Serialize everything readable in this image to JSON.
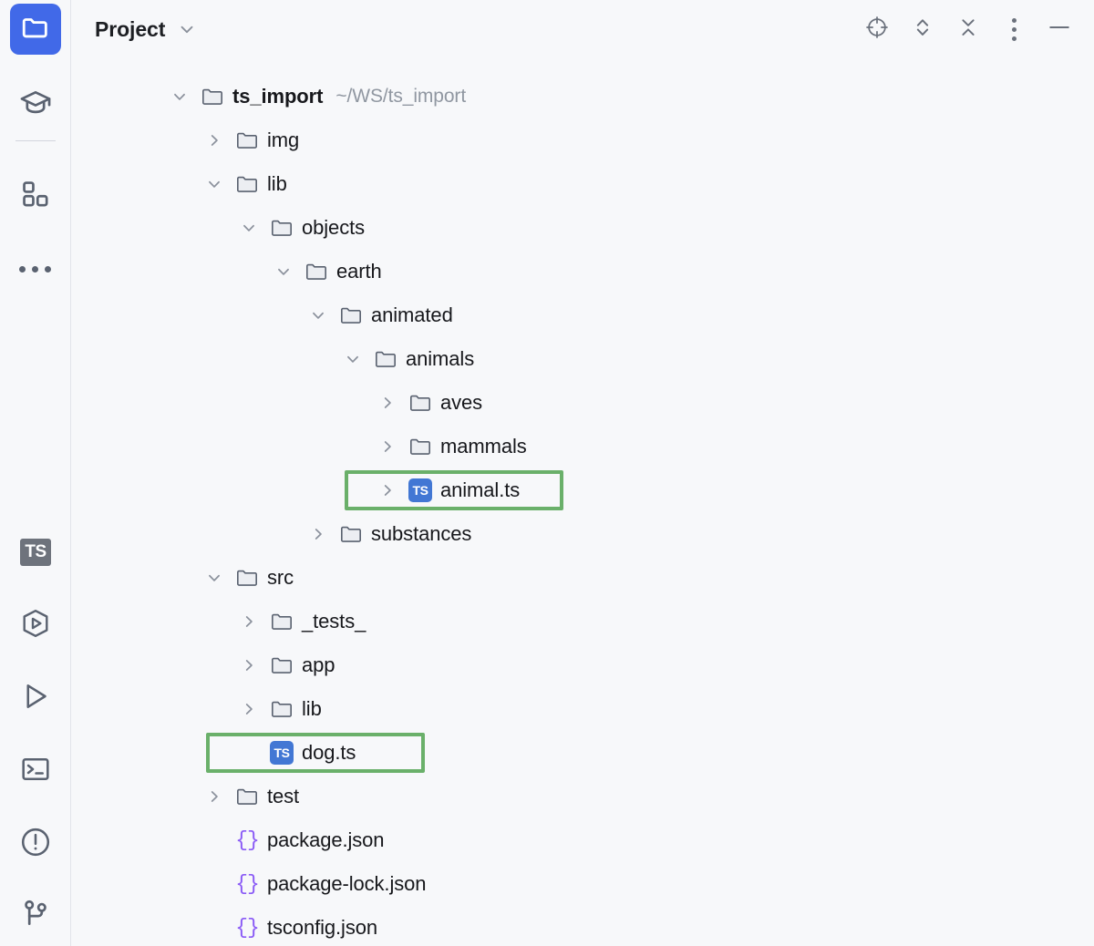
{
  "window": {
    "title": "Project",
    "title_chevron_icon": "chevron-down-icon"
  },
  "colors": {
    "accent_blue": "#4169e8",
    "ts_badge_blue": "#4277d4",
    "highlight_green": "#6ab06a",
    "json_purple": "#8b5cf6",
    "folder_outline": "#5a6270",
    "folder_fill": "#eceef2",
    "background": "#f7f8fa",
    "text": "#17181c",
    "muted_text": "#9097a1"
  },
  "activity_bar": {
    "top_items": [
      {
        "name": "project-view",
        "icon": "folder-icon",
        "selected": true,
        "label": "Project"
      },
      {
        "name": "learn",
        "icon": "graduation-cap-icon",
        "selected": false,
        "label": "Learn"
      },
      {
        "name": "structure",
        "icon": "blocks-icon",
        "selected": false,
        "label": "Structure"
      },
      {
        "name": "more-tool-windows",
        "icon": "ellipsis-icon",
        "selected": false,
        "label": "More Tool Windows"
      }
    ],
    "bottom_items": [
      {
        "name": "typescript",
        "icon": "ts-chip-icon",
        "selected": false,
        "label": "TypeScript"
      },
      {
        "name": "services",
        "icon": "services-hexagon-play-icon",
        "selected": false,
        "label": "Services"
      },
      {
        "name": "run",
        "icon": "run-play-icon",
        "selected": false,
        "label": "Run"
      },
      {
        "name": "terminal",
        "icon": "terminal-icon",
        "selected": false,
        "label": "Terminal"
      },
      {
        "name": "problems",
        "icon": "warning-circle-icon",
        "selected": false,
        "label": "Problems"
      },
      {
        "name": "version-control",
        "icon": "git-branch-icon",
        "selected": false,
        "label": "Version Control"
      }
    ]
  },
  "header_actions": [
    {
      "name": "select-opened-file",
      "icon": "crosshair-target-icon",
      "label": "Select Opened File"
    },
    {
      "name": "expand-all",
      "icon": "expand-chevrons-icon",
      "label": "Expand All"
    },
    {
      "name": "collapse-all",
      "icon": "collapse-chevrons-icon",
      "label": "Collapse All"
    },
    {
      "name": "options-menu",
      "icon": "vertical-dots-icon",
      "label": "Options"
    },
    {
      "name": "hide-tool-window",
      "icon": "minimize-line-icon",
      "label": "Hide"
    }
  ],
  "tree": {
    "rows": [
      {
        "id": "ts_import",
        "label": "ts_import",
        "sublabel": "~/WS/ts_import",
        "depth": 0,
        "icon": "folder-icon",
        "twisty": "down",
        "bold": true,
        "highlight": false
      },
      {
        "id": "img",
        "label": "img",
        "sublabel": "",
        "depth": 1,
        "icon": "folder-icon",
        "twisty": "right",
        "bold": false,
        "highlight": false
      },
      {
        "id": "lib",
        "label": "lib",
        "sublabel": "",
        "depth": 1,
        "icon": "folder-icon",
        "twisty": "down",
        "bold": false,
        "highlight": false
      },
      {
        "id": "objects",
        "label": "objects",
        "sublabel": "",
        "depth": 2,
        "icon": "folder-icon",
        "twisty": "down",
        "bold": false,
        "highlight": false
      },
      {
        "id": "earth",
        "label": "earth",
        "sublabel": "",
        "depth": 3,
        "icon": "folder-icon",
        "twisty": "down",
        "bold": false,
        "highlight": false
      },
      {
        "id": "animated",
        "label": "animated",
        "sublabel": "",
        "depth": 4,
        "icon": "folder-icon",
        "twisty": "down",
        "bold": false,
        "highlight": false
      },
      {
        "id": "animals",
        "label": "animals",
        "sublabel": "",
        "depth": 5,
        "icon": "folder-icon",
        "twisty": "down",
        "bold": false,
        "highlight": false
      },
      {
        "id": "aves",
        "label": "aves",
        "sublabel": "",
        "depth": 6,
        "icon": "folder-icon",
        "twisty": "right",
        "bold": false,
        "highlight": false
      },
      {
        "id": "mammals",
        "label": "mammals",
        "sublabel": "",
        "depth": 6,
        "icon": "folder-icon",
        "twisty": "right",
        "bold": false,
        "highlight": false
      },
      {
        "id": "animal_ts",
        "label": "animal.ts",
        "sublabel": "",
        "depth": 6,
        "icon": "ts-file-icon",
        "twisty": "right",
        "bold": false,
        "highlight": true
      },
      {
        "id": "substances",
        "label": "substances",
        "sublabel": "",
        "depth": 4,
        "icon": "folder-icon",
        "twisty": "right",
        "bold": false,
        "highlight": false
      },
      {
        "id": "src",
        "label": "src",
        "sublabel": "",
        "depth": 1,
        "icon": "folder-icon",
        "twisty": "down",
        "bold": false,
        "highlight": false
      },
      {
        "id": "tests",
        "label": "_tests_",
        "sublabel": "",
        "depth": 2,
        "icon": "folder-icon",
        "twisty": "right",
        "bold": false,
        "highlight": false
      },
      {
        "id": "app",
        "label": "app",
        "sublabel": "",
        "depth": 2,
        "icon": "folder-icon",
        "twisty": "right",
        "bold": false,
        "highlight": false
      },
      {
        "id": "src_lib",
        "label": "lib",
        "sublabel": "",
        "depth": 2,
        "icon": "folder-icon",
        "twisty": "right",
        "bold": false,
        "highlight": false
      },
      {
        "id": "dog_ts",
        "label": "dog.ts",
        "sublabel": "",
        "depth": 2,
        "icon": "ts-file-icon",
        "twisty": "none",
        "bold": false,
        "highlight": true
      },
      {
        "id": "test",
        "label": "test",
        "sublabel": "",
        "depth": 1,
        "icon": "folder-icon",
        "twisty": "right",
        "bold": false,
        "highlight": false
      },
      {
        "id": "package_json",
        "label": "package.json",
        "sublabel": "",
        "depth": 1,
        "icon": "json-file-icon",
        "twisty": "none",
        "bold": false,
        "highlight": false
      },
      {
        "id": "package_lock",
        "label": "package-lock.json",
        "sublabel": "",
        "depth": 1,
        "icon": "json-file-icon",
        "twisty": "none",
        "bold": false,
        "highlight": false
      },
      {
        "id": "tsconfig_json",
        "label": "tsconfig.json",
        "sublabel": "",
        "depth": 1,
        "icon": "json-file-icon",
        "twisty": "none",
        "bold": false,
        "highlight": false
      }
    ]
  }
}
